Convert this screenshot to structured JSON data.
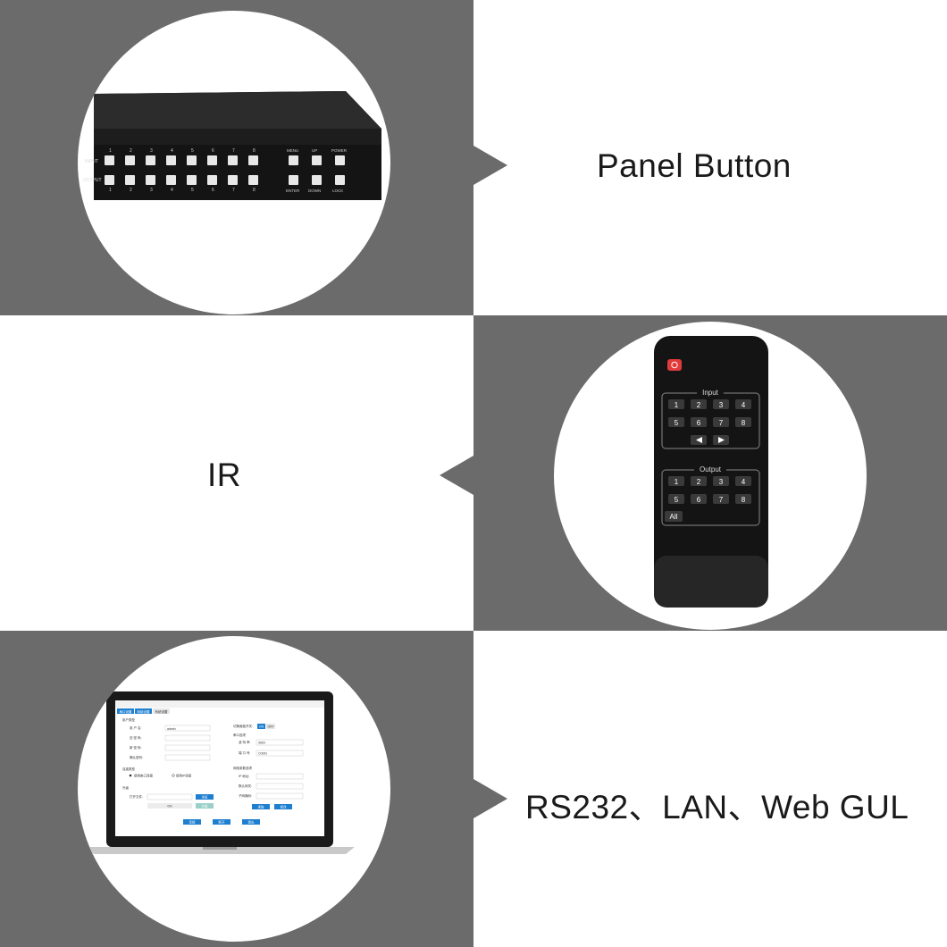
{
  "sections": [
    {
      "label": "Panel Button",
      "device": {
        "input_label": "INPUT",
        "output_label": "OUTPUT",
        "numbers": [
          "1",
          "2",
          "3",
          "4",
          "5",
          "6",
          "7",
          "8"
        ],
        "top_keys": [
          "MENU",
          "UP",
          "POWER"
        ],
        "bottom_keys": [
          "ENTER",
          "DOWN",
          "LOCK"
        ]
      }
    },
    {
      "label": "IR",
      "remote": {
        "input_label": "Input",
        "output_label": "Output",
        "keys": [
          "1",
          "2",
          "3",
          "4",
          "5",
          "6",
          "7",
          "8"
        ],
        "all_label": "All"
      }
    },
    {
      "label": "RS232、LAN、Web GUL",
      "laptop": {
        "tabs": [
          "串口设置",
          "网络设置",
          "系统设置"
        ],
        "fields": {
          "user_label": "用 户 名:",
          "user_value": "admin",
          "old_pw": "旧 密 码:",
          "new_pw": "新 密 码:",
          "confirm_pw": "确认密码:",
          "group_user": "用户类型",
          "group_conn": "连接类型",
          "radio_serial": "使用串口连接",
          "radio_net": "使用IP连接",
          "group_upgrade": "升级",
          "open_file": "打开文件:",
          "browse": "浏览",
          "progress": "0%",
          "upgrade": "升级",
          "switch_label": "切换面板开关:",
          "on": "ON",
          "off": "OFF",
          "serial_group": "串口选项",
          "baud_label": "波 特 率:",
          "baud_value": "9600",
          "port_label": "端 口 号:",
          "port_value": "COM1",
          "net_group": "网络参数选项",
          "ip_label": "IP 地址:",
          "gw_label": "默认网关:",
          "mask_label": "子网掩码:",
          "read": "读取",
          "modify": "修改",
          "connect": "连接",
          "disconnect": "断开",
          "exit": "退出"
        }
      }
    }
  ]
}
